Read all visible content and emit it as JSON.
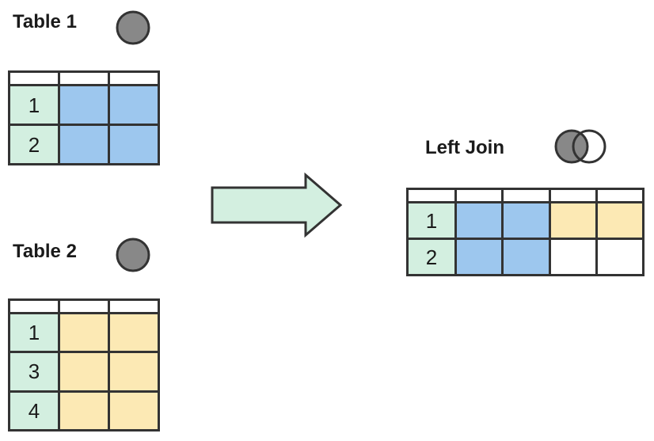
{
  "table1": {
    "title": "Table 1",
    "keys": [
      "1",
      "2"
    ]
  },
  "table2": {
    "title": "Table 2",
    "keys": [
      "1",
      "3",
      "4"
    ]
  },
  "result": {
    "title": "Left Join",
    "keys": [
      "1",
      "2"
    ]
  },
  "colors": {
    "key_cell": "#d3efe0",
    "table1_cell": "#9dc7ee",
    "table2_cell": "#fce9b4",
    "null_cell": "#ffffff",
    "circle_fill": "#888888",
    "arrow_fill": "#d3efe0",
    "border": "#333333"
  },
  "icons": {
    "table1": "filled-circle-icon",
    "table2": "filled-circle-icon",
    "result": "left-join-venn-icon",
    "transition": "right-arrow-icon"
  }
}
